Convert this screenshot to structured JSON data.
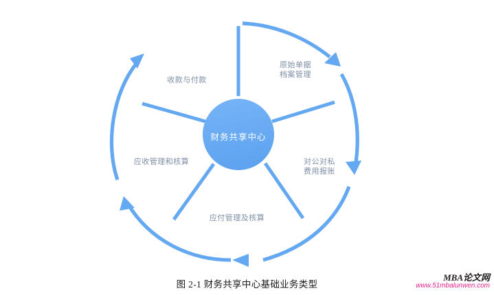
{
  "figure": {
    "type": "cycle-diagram",
    "caption": "图 2-1 财务共享中心基础业务类型",
    "center": {
      "label": "财务共享中心",
      "fill_color": "#6BACF5",
      "text_color": "#ffffff"
    },
    "accent_color": "#64A8F2",
    "label_color": "#7f8fa6",
    "background_color": "#ffffff",
    "direction": "clockwise",
    "segment_count": 5,
    "nodes": [
      {
        "id": "node-top-right",
        "line1": "原始单据",
        "line2": "档案管理"
      },
      {
        "id": "node-right",
        "line1": "对公对私",
        "line2": "费用报账"
      },
      {
        "id": "node-bottom",
        "line1": "应付管理及核算",
        "line2": ""
      },
      {
        "id": "node-left",
        "line1": "应收管理和核算",
        "line2": ""
      },
      {
        "id": "node-top-left",
        "line1": "收款与付款",
        "line2": ""
      }
    ]
  },
  "watermark": {
    "brand": "MBA论文网",
    "url": "www.51mbalunwen.com",
    "brand_color": "#231f20",
    "url_color": "#e0218a"
  }
}
